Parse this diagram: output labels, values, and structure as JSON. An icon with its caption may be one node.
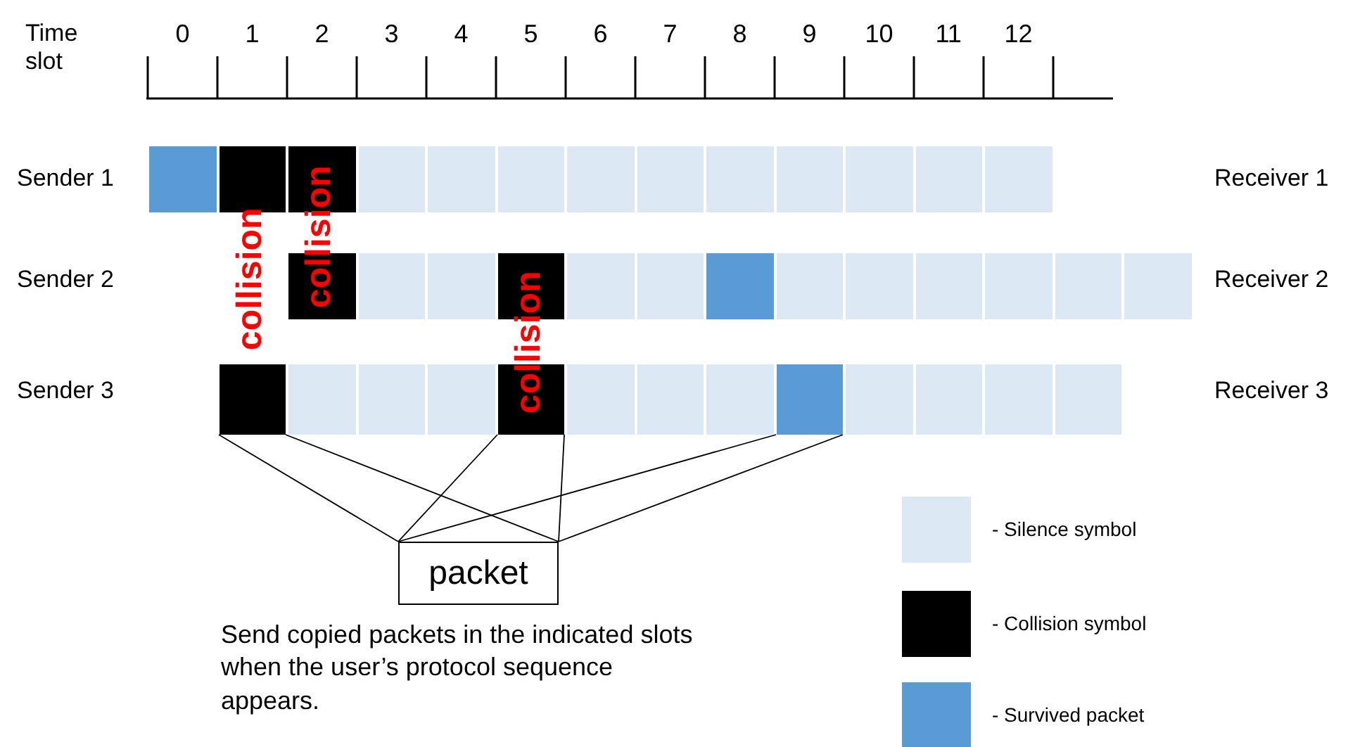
{
  "diagram": {
    "nodes": [
      {
        "text": [],
        "shape": "box"
      },
      {
        "text": [],
        "shape": "box"
      },
      {
        "text": [],
        "shape": "box"
      },
      {
        "text": [],
        "shape": "box"
      },
      {
        "text": [],
        "shape": "box"
      },
      {
        "text": [],
        "shape": "box"
      },
      {
        "text": [],
        "shape": "box"
      },
      {
        "text": [],
        "shape": "box"
      },
      {
        "text": [],
        "shape": "box"
      },
      {
        "text": [
          "packet"
        ]
      }
    ],
    "edges": [
      {
        "from": 6,
        "to": 9,
        "arrow": "none"
      },
      {
        "from": 6,
        "to": 9,
        "arrow": "none"
      },
      {
        "from": 7,
        "to": 9,
        "arrow": "none"
      },
      {
        "from": 7,
        "to": 9,
        "arrow": "none"
      },
      {
        "from": 8,
        "to": 9,
        "arrow": "none"
      },
      {
        "from": 8,
        "to": 9,
        "arrow": "none"
      }
    ],
    "labels": [
      "Time slot",
      "0",
      "1",
      "2",
      "3",
      "4",
      "5",
      "6",
      "7",
      "8",
      "9",
      "10",
      "11",
      "12",
      "Sender 1",
      "Receiver 1",
      "Sender 2",
      "Receiver 2",
      "Sender 3",
      "Receiver 3",
      "collision",
      "collision",
      "collision",
      "Send copied packets in the indicated slots when the user’s protocol sequence appears."
    ],
    "legend": [
      {
        "text": "- Silence symbol",
        "color": "#dde8f5"
      },
      {
        "text": "- Collision symbol",
        "color": "#000000"
      },
      {
        "text": "- Survived packet",
        "color": "#5b9bd5"
      }
    ]
  }
}
